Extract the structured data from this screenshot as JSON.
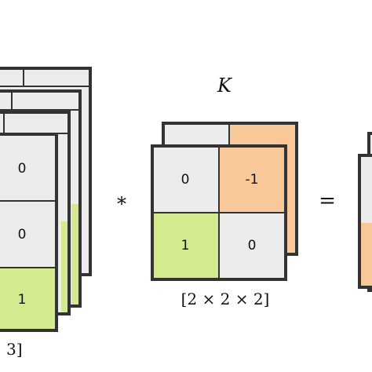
{
  "colors": {
    "gray": "#ececec",
    "green": "#d3ea8e",
    "orange": "#f9c898",
    "stroke": "#333333"
  },
  "input_tensor": {
    "front_values": [
      "0",
      "0",
      "1"
    ],
    "shape_label": "3]"
  },
  "kernel": {
    "title": "K",
    "front_values": [
      "0",
      "-1",
      "1",
      "0"
    ],
    "shape_label": "[2 × 2 × 2]"
  },
  "operators": {
    "convolve": "*",
    "equals": "="
  }
}
